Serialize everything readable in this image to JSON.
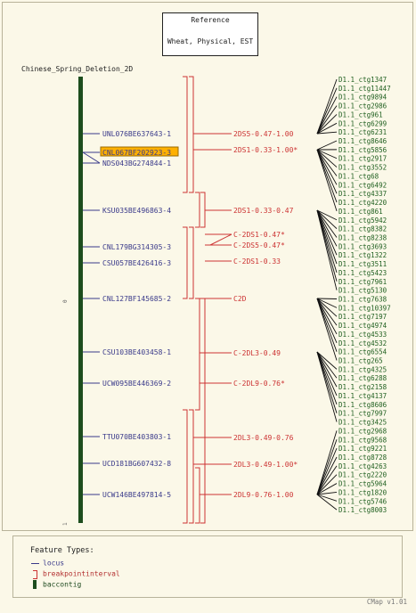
{
  "reference": {
    "line1": "Reference",
    "line2": "Wheat, Physical, EST"
  },
  "map_title": "Chinese_Spring_Deletion_2D",
  "axis_ticks": {
    "mid": "0",
    "end": "1"
  },
  "colors": {
    "locus": "#3a3a8a",
    "breakpoint": "#cc3333",
    "baccontig": "#1d4d1d",
    "contig_label": "#206020",
    "highlight_bg": "#ffb000"
  },
  "loci": [
    {
      "label": "UNL076BE637643-1",
      "highlight": false
    },
    {
      "label": "CNL067BF202923-3",
      "highlight": true
    },
    {
      "label": "NDS043BG274844-1",
      "highlight": false
    },
    {
      "label": "KSU035BE496863-4",
      "highlight": false
    },
    {
      "label": "CNL179BG314305-3",
      "highlight": false
    },
    {
      "label": "CSU057BE426416-3",
      "highlight": false
    },
    {
      "label": "CNL127BF145685-2",
      "highlight": false
    },
    {
      "label": "CSU103BE403458-1",
      "highlight": false
    },
    {
      "label": "UCW095BE446369-2",
      "highlight": false
    },
    {
      "label": "TTU070BE403803-1",
      "highlight": false
    },
    {
      "label": "UCD181BG607432-8",
      "highlight": false
    },
    {
      "label": "UCW146BE497814-5",
      "highlight": false
    }
  ],
  "bins": [
    "2DS5-0.47-1.00",
    "2DS1-0.33-1.00*",
    "2DS1-0.33-0.47",
    "C-2DS1-0.47*",
    "C-2DS5-0.47*",
    "C-2DS1-0.33",
    "C2D",
    "C-2DL3-0.49",
    "C-2DL9-0.76*",
    "2DL3-0.49-0.76",
    "2DL3-0.49-1.00*",
    "2DL9-0.76-1.00"
  ],
  "contigs": [
    "D1.1_ctg1347",
    "D1.1_ctg11447",
    "D1.1_ctg9894",
    "D1.1_ctg2986",
    "D1.1_ctg961",
    "D1.1_ctg6299",
    "D1.1_ctg6231",
    "D1.1_ctg8646",
    "D1.1_ctg5856",
    "D1.1_ctg2917",
    "D1.1_ctg3552",
    "D1.1_ctg68",
    "D1.1_ctg6492",
    "D1.1_ctg4337",
    "D1.1_ctg4220",
    "D1.1_ctg861",
    "D1.1_ctg5942",
    "D1.1_ctg8382",
    "D1.1_ctg8238",
    "D1.1_ctg3693",
    "D1.1_ctg1322",
    "D1.1_ctg3511",
    "D1.1_ctg5423",
    "D1.1_ctg7961",
    "D1.1_ctg5130",
    "D1.1_ctg7638",
    "D1.1_ctg10397",
    "D1.1_ctg7197",
    "D1.1_ctg4974",
    "D1.1_ctg4533",
    "D1.1_ctg4532",
    "D1.1_ctg6554",
    "D1.1_ctg265",
    "D1.1_ctg4325",
    "D1.1_ctg6288",
    "D1.1_ctg2158",
    "D1.1_ctg4137",
    "D1.1_ctg8606",
    "D1.1_ctg7997",
    "D1.1_ctg3425",
    "D1.1_ctg2968",
    "D1.1_ctg9568",
    "D1.1_ctg9221",
    "D1.1_ctg8728",
    "D1.1_ctg4263",
    "D1.1_ctg2220",
    "D1.1_ctg5964",
    "D1.1_ctg1820",
    "D1.1_ctg5746",
    "D1.1_ctg8003"
  ],
  "legend": {
    "title": "Feature Types:",
    "items": {
      "locus": "locus",
      "breakpoint": "breakpointinterval",
      "baccontig": "baccontig"
    }
  },
  "footer": "CMap v1.01"
}
